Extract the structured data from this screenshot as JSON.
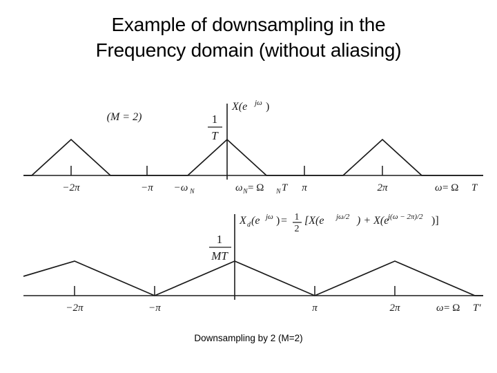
{
  "slide": {
    "title_line1": "Example of downsampling in the",
    "title_line2": "Frequency domain (without aliasing)",
    "caption": "Downsampling by 2  (M=2)"
  },
  "plot_top": {
    "signal_label_base": "X(e",
    "signal_label_exp": "jω",
    "signal_label_close": ")",
    "amplitude_num": "1",
    "amplitude_den": "T",
    "axis_ticks": [
      "−2π",
      "−π",
      "−ω",
      "ω",
      "π",
      "2π"
    ],
    "tick_m2pi": "−2π",
    "tick_mpi": "−π",
    "tick_mwn_base": "−ω",
    "tick_mwn_sub": "N",
    "tick_wn_base": "ω",
    "tick_wn_sub": "N",
    "tick_wn_rhs": " = Ω",
    "tick_wn_rhs_sub": "N",
    "tick_wn_rhs_tail": "T",
    "tick_pi": "π",
    "tick_2pi": "2π",
    "axis_label_w": "ω",
    "axis_label_eq": " = Ω",
    "axis_label_T": "T"
  },
  "plot_bottom": {
    "m_label": "(M = 2)",
    "amplitude_num": "1",
    "amplitude_den": "MT",
    "formula_Xd": "X",
    "formula_Xd_sub": "d",
    "formula_arg_open": "(e",
    "formula_arg_exp": "jω",
    "formula_arg_close": ")",
    "formula_eq": " = ",
    "formula_half_num": "1",
    "formula_half_den": "2",
    "formula_bracket_open": "[X(e",
    "formula_exp1": "jω/2",
    "formula_mid": ") + X(e",
    "formula_exp2": "j(ω − 2π)/2",
    "formula_bracket_close": ")]",
    "tick_m2pi": "−2π",
    "tick_mpi": "−π",
    "tick_pi": "π",
    "tick_2pi": "2π",
    "axis_label_w": "ω",
    "axis_label_eq": " = Ω",
    "axis_label_T": "T'"
  },
  "chart_data": {
    "type": "line",
    "title": "Example of downsampling in the Frequency domain (without aliasing)",
    "panels": [
      {
        "name": "original-spectrum",
        "ylabel": "X(e^{jw})",
        "peak_label": "1/T",
        "xlabel": "w = WT",
        "xlim": [
          -3.4,
          3.4
        ],
        "unit": "pi",
        "xticks": [
          -2,
          -1,
          -0.5,
          0.5,
          1,
          2
        ],
        "xticklabels": [
          "-2π",
          "-π",
          "-ωN",
          "ωN = ΩN T",
          "π",
          "2π"
        ],
        "series": [
          {
            "name": "periodic-spectrum-replicas",
            "x": [
              -3.4,
              -2.5,
              -2.0,
              -1.5,
              -0.5,
              0.0,
              0.5,
              1.5,
              2.0,
              2.5,
              3.4
            ],
            "y": [
              0,
              0,
              1,
              0,
              0,
              1,
              0,
              0,
              1,
              0,
              0
            ],
            "comment": "triangles of half-width 0.5pi centered at 0, +-2pi; baseline zero elsewhere"
          }
        ]
      },
      {
        "name": "downsampled-spectrum",
        "ylabel": "Xd(e^{jw}) = 1/2[X(e^{jw/2}) + X(e^{j(w-2pi)/2})]",
        "peak_label": "1/MT",
        "annotation": "(M = 2)",
        "xlabel": "w = WT'",
        "xlim": [
          -3.4,
          3.4
        ],
        "unit": "pi",
        "xticks": [
          -2,
          -1,
          1,
          2
        ],
        "xticklabels": [
          "-2π",
          "-π",
          "π",
          "2π"
        ],
        "series": [
          {
            "name": "downsampled-replicas",
            "x": [
              -3.4,
              -3.0,
              -2.0,
              -1.0,
              0.0,
              1.0,
              2.0,
              3.0,
              3.4
            ],
            "y": [
              0.4,
              0.0,
              1.0,
              0.0,
              1.0,
              0.0,
              1.0,
              0.0,
              0.4
            ],
            "comment": "triangle train, zeros at odd multiples of pi, peaks at even multiples of pi"
          }
        ]
      }
    ]
  }
}
